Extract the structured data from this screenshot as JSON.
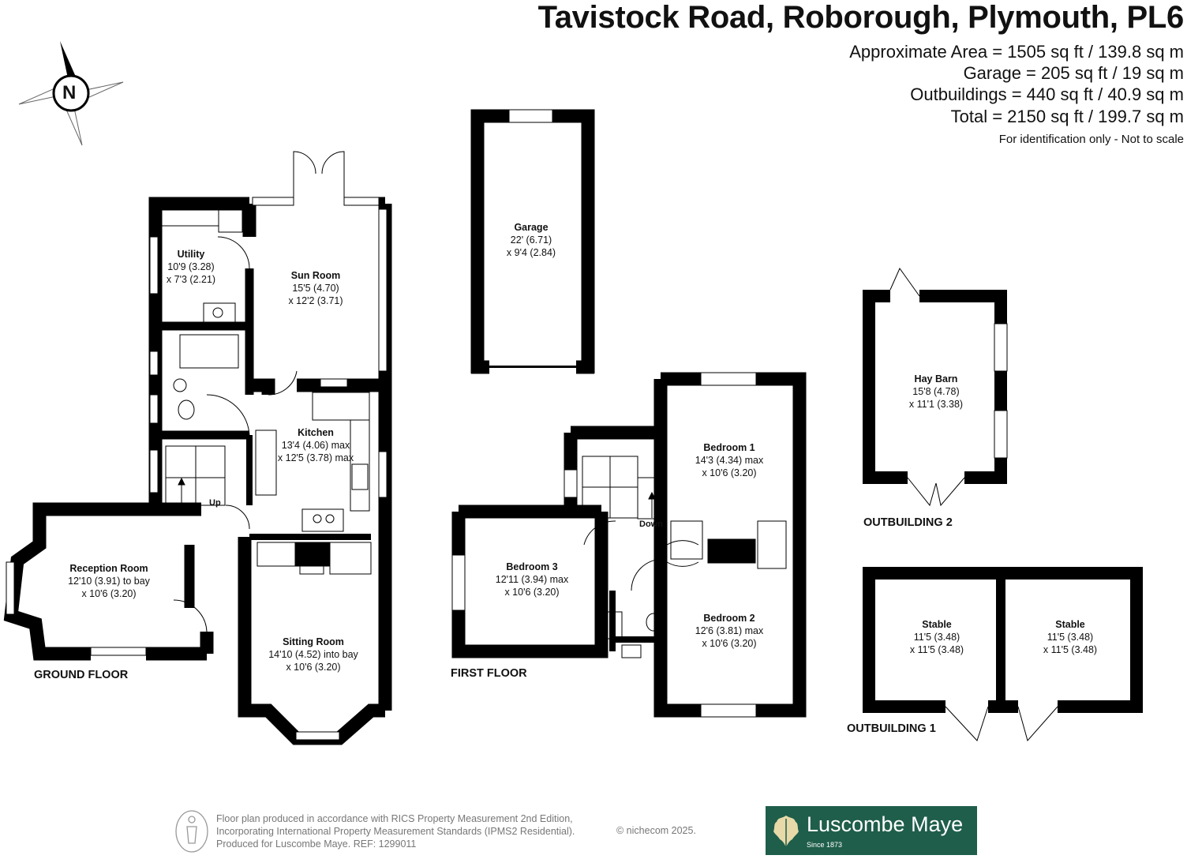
{
  "header": {
    "title": "Tavistock Road, Roborough, Plymouth, PL6",
    "areas": [
      "Approximate Area = 1505 sq ft / 139.8 sq m",
      "Garage = 205 sq ft / 19 sq m",
      "Outbuildings = 440 sq ft / 40.9 sq m",
      "Total = 2150 sq ft / 199.7 sq m"
    ],
    "note": "For identification only - Not to scale"
  },
  "compass": {
    "label": "N"
  },
  "rooms": {
    "utility": {
      "name": "Utility",
      "dim1": "10'9 (3.28)",
      "dim2": "x 7'3 (2.21)"
    },
    "sun_room": {
      "name": "Sun Room",
      "dim1": "15'5 (4.70)",
      "dim2": "x 12'2 (3.71)"
    },
    "kitchen": {
      "name": "Kitchen",
      "dim1": "13'4 (4.06) max",
      "dim2": "x 12'5 (3.78) max"
    },
    "reception_room": {
      "name": "Reception Room",
      "dim1": "12'10 (3.91) to bay",
      "dim2": "x 10'6 (3.20)"
    },
    "sitting_room": {
      "name": "Sitting Room",
      "dim1": "14'10 (4.52) into bay",
      "dim2": "x 10'6 (3.20)"
    },
    "garage": {
      "name": "Garage",
      "dim1": "22' (6.71)",
      "dim2": "x 9'4 (2.84)"
    },
    "bedroom1": {
      "name": "Bedroom 1",
      "dim1": "14'3 (4.34) max",
      "dim2": "x 10'6 (3.20)"
    },
    "bedroom2": {
      "name": "Bedroom 2",
      "dim1": "12'6 (3.81) max",
      "dim2": "x 10'6 (3.20)"
    },
    "bedroom3": {
      "name": "Bedroom 3",
      "dim1": "12'11 (3.94) max",
      "dim2": "x 10'6 (3.20)"
    },
    "hay_barn": {
      "name": "Hay Barn",
      "dim1": "15'8 (4.78)",
      "dim2": "x 11'1 (3.38)"
    },
    "stable1": {
      "name": "Stable",
      "dim1": "11'5 (3.48)",
      "dim2": "x 11'5 (3.48)"
    },
    "stable2": {
      "name": "Stable",
      "dim1": "11'5 (3.48)",
      "dim2": "x 11'5 (3.48)"
    }
  },
  "floors": {
    "ground": "GROUND FLOOR",
    "first": "FIRST FLOOR",
    "outbuilding1": "OUTBUILDING 1",
    "outbuilding2": "OUTBUILDING 2"
  },
  "stairs": {
    "up": "Up",
    "down": "Down"
  },
  "footer": {
    "line1": "Floor plan produced in accordance with RICS Property Measurement 2nd Edition,",
    "line2": "Incorporating International Property Measurement Standards (IPMS2 Residential).",
    "line3": "Produced for Luscombe Maye.   REF: 1299011",
    "copyright": "© nichecom 2025."
  },
  "logo": {
    "name": "Luscombe Maye",
    "since": "Since 1873"
  },
  "colors": {
    "wall": "#000000",
    "logo_bg": "#1f5e4a",
    "footer_text": "#777777"
  }
}
